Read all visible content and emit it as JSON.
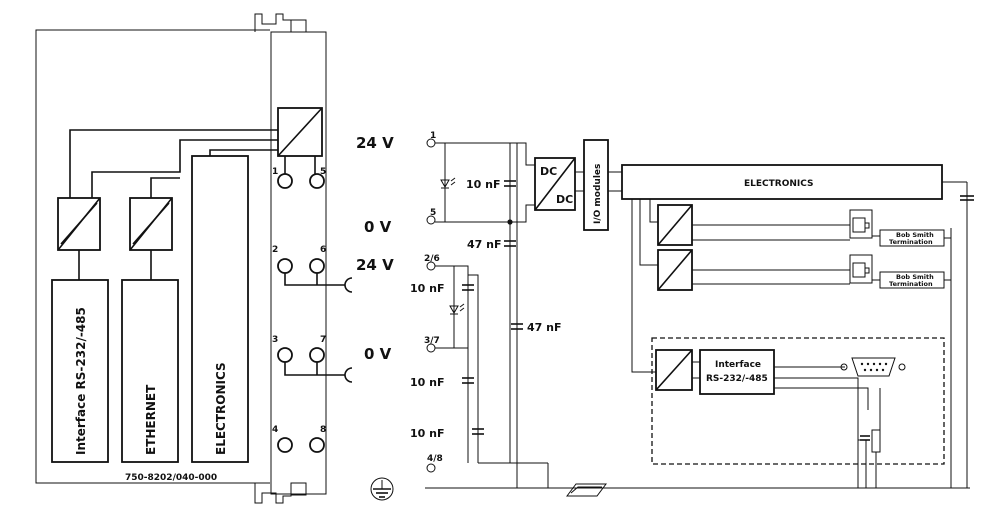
{
  "module": {
    "part_number": "750-8202/040-000",
    "blocks": {
      "interface": "Interface RS-232/-485",
      "ethernet": "ETHERNET",
      "electronics": "ELECTRONICS"
    },
    "terminals": [
      "1",
      "5",
      "2",
      "6",
      "3",
      "7",
      "4",
      "8"
    ]
  },
  "power": {
    "v24_top": "24 V",
    "v0_top": "0 V",
    "v24_mid": "24 V",
    "v0_mid": "0 V"
  },
  "schematic": {
    "terminal_labels": [
      "1",
      "5",
      "2/6",
      "3/7",
      "4/8"
    ],
    "caps": {
      "c1": "10 nF",
      "c2": "47 nF",
      "c3": "47 nF",
      "c4": "10 nF",
      "c5": "10 nF",
      "c6": "10 nF"
    },
    "dc_top": "DC",
    "dc_bottom": "DC",
    "io_modules": "I/O modules",
    "electronics": "ELECTRONICS",
    "termination_top": [
      "Bob Smith",
      "Termination"
    ],
    "termination_bottom": [
      "Bob Smith",
      "Termination"
    ],
    "interface": [
      "Interface",
      "RS-232/-485"
    ]
  }
}
